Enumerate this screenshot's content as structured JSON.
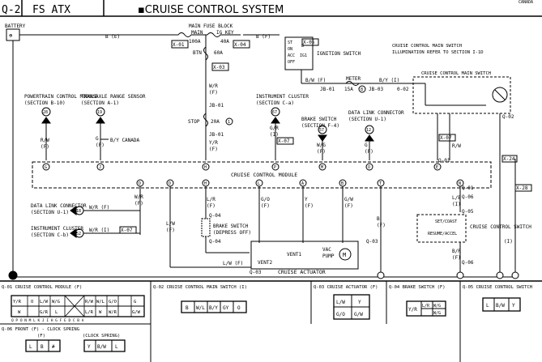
{
  "header": {
    "section_id": "Q-2",
    "model": "FS ATX",
    "title": "▪CRUISE CONTROL SYSTEM",
    "corner_note": "CANADA"
  },
  "power": {
    "battery": "BATTERY",
    "fuse_block": "MAIN FUSE BLOCK",
    "main_fuse": "MAIN",
    "main_amp": "100A",
    "ig_key": "IG KEY",
    "ig_amp": "40A",
    "btn_fuse": "BTN",
    "btn_amp": "60A",
    "wire_battery_out": "B (E)",
    "wire_fuse_out": "B (F)",
    "conn_x01": "X-01",
    "conn_x03": "X-03",
    "conn_x05": "X-05",
    "conn_x04": "X-04",
    "ign_switch": "IGNITION SWITCH",
    "ign_st": "ST",
    "ign_on": "ON",
    "ign_acc": "ACC",
    "ign_off": "OFF",
    "ign_b": "B",
    "ign_ig1": "IG1",
    "wire_wr": "W/R",
    "wire_wr_f": "(F)",
    "jb01_a": "JB-01",
    "stop_fuse": "STOP",
    "stop_amp": "20A",
    "stop_num": "1",
    "wire_yr": "Y/R",
    "wire_yr_f": "(F)",
    "jb01_b": "JB-01",
    "meter_fuse": "METER",
    "meter_amp": "15A",
    "meter_num": "8",
    "jb01_c": "JB-01",
    "jb03": "JB-03",
    "wire_bw": "B/W (F)",
    "wire_bv": "B/Y (I)",
    "wire_o02": "0-02"
  },
  "main_switch_note": {
    "line1": "CRUISE CONTROL MAIN SWITCH",
    "line2": "ILLUMINATION REFER TO SECTION I-1D",
    "box_label": "CRUISE CONTROL MAIN SWITCH",
    "sw_02": "Q-02",
    "sw_01": "Q-01",
    "wire_o2": "O/Y",
    "wire_rw": "R/W",
    "conn_x07": "X-07",
    "conn_x24": "X-24",
    "conn_x28": "X-28"
  },
  "upper_refs": [
    {
      "label": "POWERTRAIN CONTROL MODULE",
      "section": "(SECTION B-10)",
      "num": "28",
      "wire": "R/W",
      "wire_f": "(F)"
    },
    {
      "label": "TRANSAXLE RANGE SENSOR",
      "section": "(SECTION A-1)",
      "num": "19",
      "wire": "G",
      "wire_f": "(F)",
      "canada": "B/Y CANADA"
    },
    {
      "label": "INSTRUMENT CLUSTER",
      "section": "(SECTION C-a)",
      "num": "67",
      "wire": "G/R",
      "wire_f": "(I)",
      "conn": "X-07"
    },
    {
      "label": "BRAKE SWITCH",
      "section": "(SECTION F-4)",
      "num": "57",
      "wire": "W/G",
      "wire_f": "(F)"
    },
    {
      "label": "DATA LINK CONNECTOR",
      "section": "(SECTION U-1)",
      "num": "12",
      "wire": "G",
      "wire_f": "(F)"
    }
  ],
  "module": {
    "label": "CRUISE CONTROL MODULE",
    "top_pins": [
      "G",
      "J",
      "H",
      "P",
      "M",
      "O",
      "E"
    ],
    "bottom_pins": [
      "D",
      "D",
      "H",
      "L",
      "A",
      "B",
      "T",
      "N"
    ],
    "wire_wr_e": "W/R (E)",
    "wire_wr_b": "W/R",
    "wire_lr": "L/R",
    "wire_go": "G/O",
    "wire_y": "Y",
    "wire_gw": "G/W",
    "wire_b": "B",
    "wire_lb": "L/B",
    "wire_lw": "L/W",
    "wire_b_f": "(F)",
    "wire_b_i": "(I)"
  },
  "lower_left": {
    "dlc_label": "DATA LINK CONNECTOR",
    "dlc_section": "(SECTION U-1)",
    "dlc_num": "18",
    "dlc_wire": "W/R (F)",
    "ic_label": "INSTRUMENT CLUSTER",
    "ic_section": "(SECTION C-b)",
    "ic_num": "52",
    "ic_wire": "W/R (I)",
    "ic_conn": "X-07"
  },
  "brake_switch": {
    "label": "BRAKE SWITCH",
    "sub": "(DEPRESS OFF)",
    "top_conn": "Q-04",
    "bot_conn": "Q-04"
  },
  "actuator": {
    "label": "CRUISE ACTUATOR",
    "conn": "Q-03",
    "conn_bottom": "Q-03",
    "vent1": "VENT1",
    "vent2": "VENT2",
    "vac": "VAC",
    "pump": "PUMP",
    "motor": "M",
    "wire_lw": "L/W (F)"
  },
  "control_switch": {
    "label": "CRUISE CONTROL SWITCH",
    "set_coast": "SET/COAST",
    "resume": "RESUME/ACCEL",
    "conn_05": "Q-05",
    "conn_06": "Q-06",
    "conn_01": "Q-01",
    "wire_br": "B/R",
    "wire_br_f": "(F)",
    "wire_i": "(I)"
  },
  "connectors": [
    {
      "id": "Q-01",
      "name": "CRUISE CONTROL MODULE (F)",
      "row1": [
        "Y/R",
        "O",
        "L/W",
        "W/G",
        "",
        "",
        "R/W",
        "W/L",
        "G/O",
        "G"
      ],
      "row2": [
        "W",
        "",
        "G/R",
        "L",
        "",
        "",
        "L/R",
        "W",
        "W/R",
        "G/W"
      ],
      "letters_top": "Q  P  O  N  M  L  K  J  I  H  G  F  E  D  C  B  A"
    },
    {
      "id": "Q-02",
      "name": "CRUISE CONTROL MAIN SWITCH (I)",
      "cells": [
        "B",
        "W/L",
        "B/Y",
        "GY",
        "O"
      ]
    },
    {
      "id": "Q-03",
      "name": "CRUISE ACTUATOR (F)",
      "cells": [
        "L/W",
        "Y",
        "G/O",
        "G/W"
      ]
    },
    {
      "id": "Q-04",
      "name": "BRAKE SWITCH (F)",
      "cells": [
        "Y/R",
        "L/R",
        "W/G",
        "W/G"
      ]
    },
    {
      "id": "Q-05",
      "name": "CRUISE CONTROL SWITCH",
      "cells": [
        "L",
        "B/W",
        "Y"
      ]
    },
    {
      "id": "Q-06",
      "name": "FRONT (F) - CLOCK SPRING",
      "sub1": "(F)",
      "sub2": "(CLOCK SPRING)",
      "cells_a": [
        "L",
        "B",
        "#"
      ],
      "cells_b": [
        "Y",
        "B/W",
        "L"
      ]
    }
  ]
}
